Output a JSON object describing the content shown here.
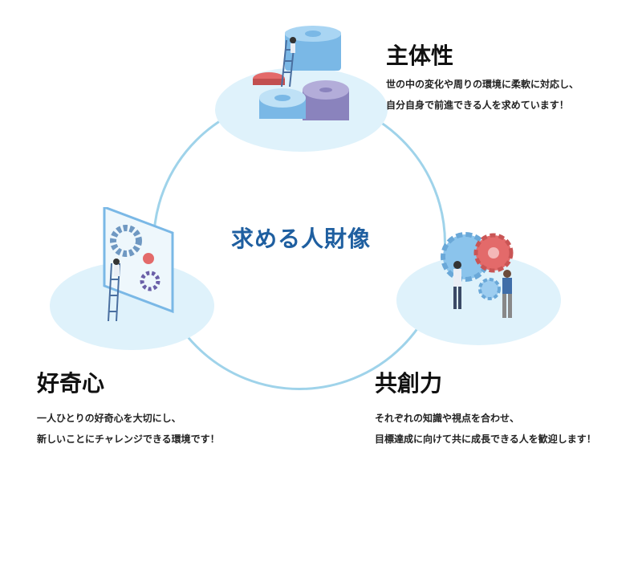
{
  "center_title": "求める人財像",
  "sections": {
    "proactive": {
      "title": "主体性",
      "lines": [
        "世の中の変化や周りの環境に柔軟に対応し、",
        "自分自身で前進できる人を求めています！"
      ]
    },
    "curiosity": {
      "title": "好奇心",
      "lines": [
        "一人ひとりの好奇心を大切にし、",
        "新しいことにチャレンジできる環境です！"
      ]
    },
    "cocreation": {
      "title": "共創力",
      "lines": [
        "それぞれの知識や視点を合わせ、",
        "目標達成に向けて共に成長できる人を歓迎します！"
      ]
    }
  },
  "colors": {
    "ring": "#9fd3ea",
    "blob": "#dff2fb",
    "title_blue": "#1f5fa0",
    "gear_blue": "#7ab8e6",
    "gear_red": "#e36a6a",
    "gear_purple": "#9a93c8"
  }
}
